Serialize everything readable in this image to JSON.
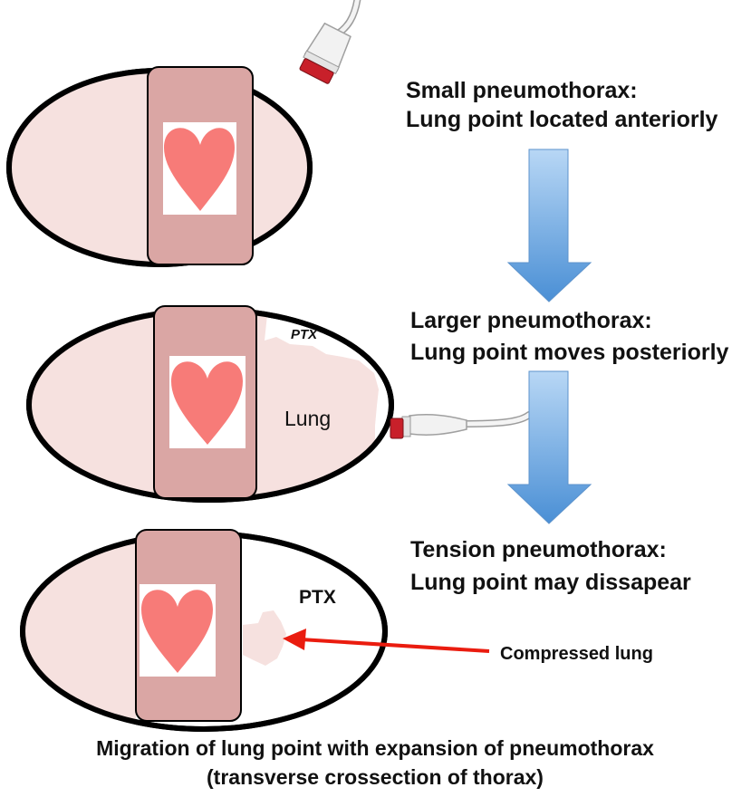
{
  "stages": [
    {
      "heading_line1": "Small pneumothorax:",
      "heading_line2": "Lung point located anteriorly"
    },
    {
      "heading_line1": "Larger pneumothorax:",
      "heading_line2": "Lung point moves posteriorly",
      "label_ptx": "PTX",
      "label_lung": "Lung"
    },
    {
      "heading_line1": "Tension pneumothorax:",
      "heading_line2": "Lung point may dissapear",
      "label_ptx": "PTX",
      "annotation": "Compressed lung"
    }
  ],
  "caption": {
    "line1": "Migration of lung point with expansion of pneumothorax",
    "line2": "(transverse crossection of thorax)"
  },
  "colors": {
    "lung_fill": "#f6e1df",
    "mediastinum_fill": "#daa6a4",
    "heart_fill": "#f77b78",
    "heart_bg": "#ffffff",
    "outline": "#000000",
    "arrow_light": "#b4d4f4",
    "arrow_dark": "#4b90d6",
    "pointer_red": "#ea1c0f",
    "probe_tip": "#c8202a"
  },
  "icons": [
    "ultrasound-probe-icon",
    "heart-icon",
    "down-arrow-icon",
    "red-pointer-arrow-icon"
  ]
}
